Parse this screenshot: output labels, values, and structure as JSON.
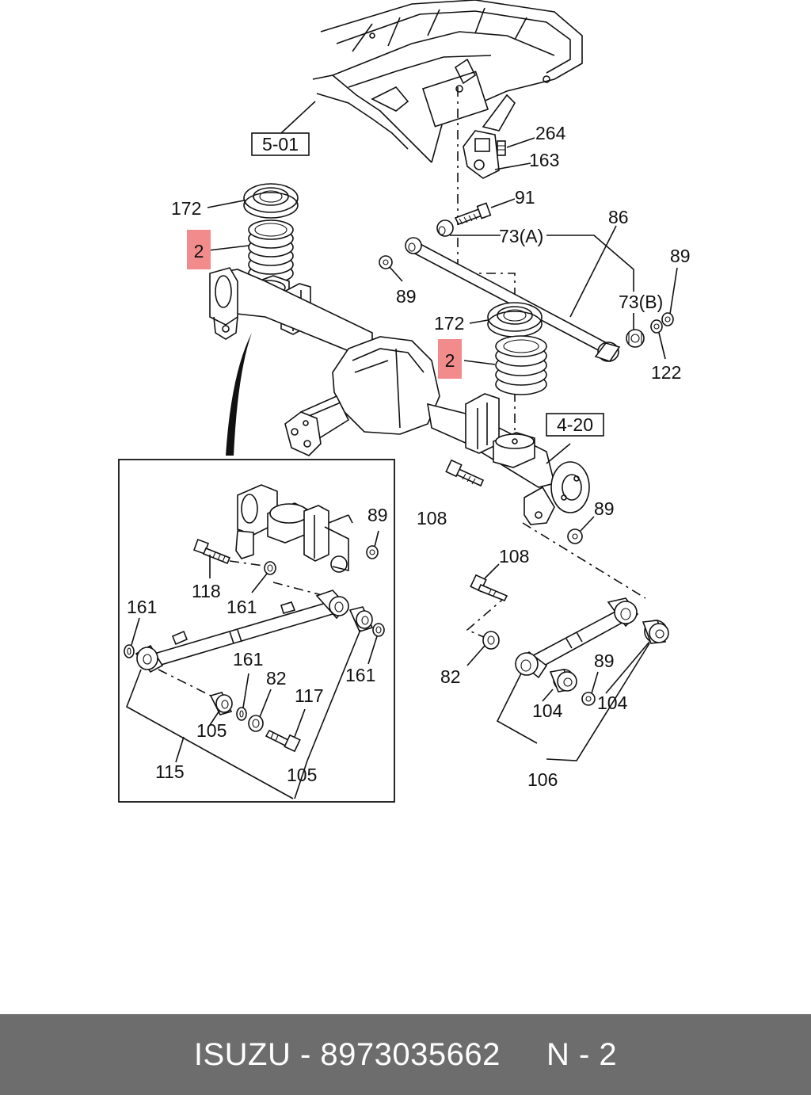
{
  "footer": {
    "brand": "ISUZU",
    "separator": " - ",
    "part_number": "8973035662",
    "page": "N - 2"
  },
  "refs": {
    "frame": "5-01",
    "axle": "4-20"
  },
  "callouts": {
    "c264": "264",
    "c163": "163",
    "c91": "91",
    "c86": "86",
    "c73a": "73(A)",
    "c73b": "73(B)",
    "c89a": "89",
    "c89b": "89",
    "c89c": "89",
    "c89d": "89",
    "c89e": "89",
    "c122": "122",
    "c172a": "172",
    "c172b": "172",
    "c2a": "2",
    "c2b": "2",
    "c108a": "108",
    "c108b": "108",
    "c82a": "82",
    "c82b": "82",
    "c104a": "104",
    "c104b": "104",
    "c106": "106",
    "c118": "118",
    "c161a": "161",
    "c161b": "161",
    "c161c": "161",
    "c161d": "161",
    "c117": "117",
    "c105a": "105",
    "c105b": "105",
    "c115": "115"
  },
  "colors": {
    "highlight": "#f28b8b",
    "footer_bg": "#6d6d6d",
    "footer_text": "#ffffff"
  }
}
